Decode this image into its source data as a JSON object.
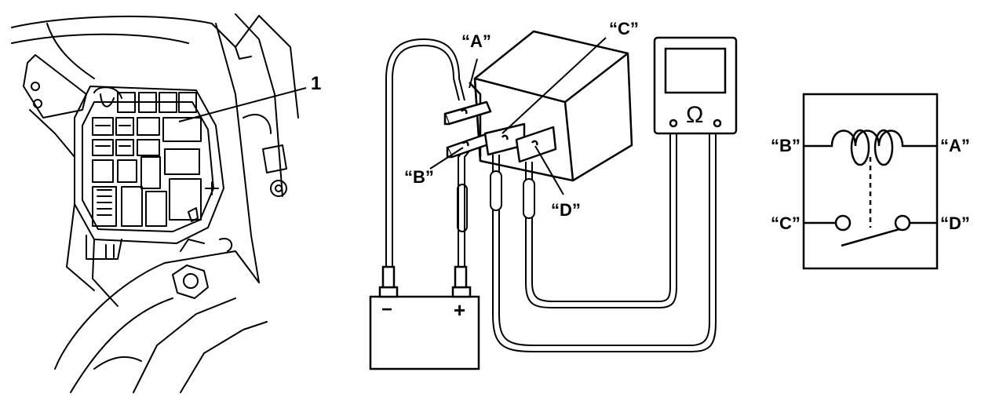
{
  "callouts": {
    "item_1": "1"
  },
  "terminals": {
    "a": "“A”",
    "b": "“B”",
    "c": "“C”",
    "d": "“D”"
  },
  "battery": {
    "negative": "−",
    "positive": "+"
  },
  "ohmmeter": {
    "symbol": "Ω"
  },
  "schematic": {
    "a": "“A”",
    "b": "“B”",
    "c": "“C”",
    "d": "“D”"
  }
}
